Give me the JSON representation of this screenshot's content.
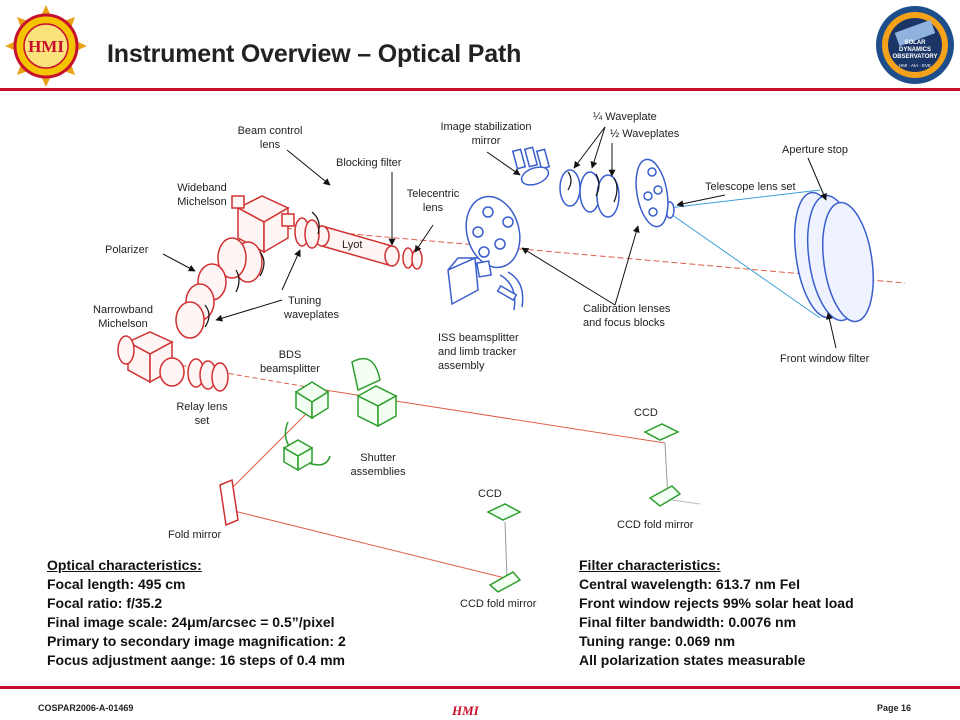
{
  "slide": {
    "title": "Instrument Overview – Optical Path",
    "footer_left": "COSPAR2006-A-01469",
    "footer_right": "Page 16",
    "footer_center": "HMI",
    "accent_color": "#c8102e",
    "optic_red": "#d03030",
    "optic_blue": "#3a5fcd",
    "optic_green": "#2e9e2e"
  },
  "labels": {
    "beam_control_lens": [
      "Beam control",
      "lens"
    ],
    "blocking_filter": "Blocking filter",
    "image_stabilization_mirror": [
      "Image stabilization",
      "mirror"
    ],
    "quarter_waveplate": "¼ Waveplate",
    "half_waveplates": "½ Waveplates",
    "aperture_stop": "Aperture stop",
    "telescope_lens_set": "Telescope lens set",
    "wideband_michelson": [
      "Wideband",
      "Michelson"
    ],
    "telecentric_lens": [
      "Telecentric",
      "lens"
    ],
    "lyot": "Lyot",
    "polarizer": "Polarizer",
    "narrowband_michelson": [
      "Narrowband",
      "Michelson"
    ],
    "tuning_waveplates": [
      "Tuning",
      "waveplates"
    ],
    "calibration_lenses": [
      "Calibration lenses",
      "and focus blocks"
    ],
    "iss_beamsplitter": [
      "ISS beamsplitter",
      "and limb tracker",
      "assembly"
    ],
    "front_window_filter": "Front window filter",
    "bds_beamsplitter": [
      "BDS",
      "beamsplitter"
    ],
    "relay_lens_set": [
      "Relay lens",
      "set"
    ],
    "ccd_right": "CCD",
    "shutter_assemblies": [
      "Shutter",
      "assemblies"
    ],
    "ccd_middle": "CCD",
    "ccd_fold_mirror_right": "CCD  fold mirror",
    "fold_mirror": "Fold mirror",
    "ccd_fold_mirror_middle": "CCD  fold mirror"
  },
  "optical_characteristics": {
    "heading": "Optical characteristics:",
    "lines": [
      "Focal length: 495 cm",
      "Focal ratio: f/35.2",
      "Final image scale: 24μm/arcsec = 0.5”/pixel",
      "Primary to secondary image magnification: 2",
      "Focus adjustment aange: 16 steps of 0.4 mm"
    ]
  },
  "filter_characteristics": {
    "heading": "Filter characteristics:",
    "lines": [
      "Central wavelength: 613.7 nm FeI",
      "Front window rejects 99% solar heat load",
      "Final filter bandwidth: 0.0076 nm",
      "Tuning range: 0.069 nm",
      "All polarization states measurable"
    ]
  },
  "logos": {
    "left_logo_text": "HMI",
    "right_logo_lines": [
      "SOLAR",
      "DYNAMICS",
      "OBSERVATORY"
    ],
    "right_logo_bottom": "HMI · AIA · EVE"
  }
}
